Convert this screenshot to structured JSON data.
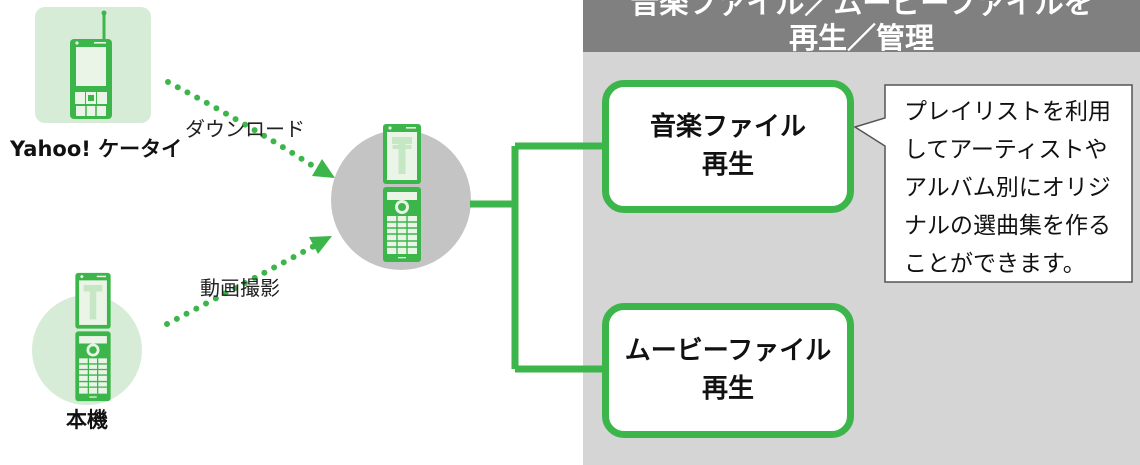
{
  "header": {
    "title_line1": "音楽ファイル／ムービーファイルを",
    "title_line2": "再生／管理"
  },
  "sources": {
    "yahoo_label": "Yahoo! ケータイ",
    "device_label": "本機"
  },
  "arrows": {
    "download_label": "ダウンロード",
    "video_label": "動画撮影"
  },
  "boxes": {
    "music_line1": "音楽ファイル",
    "music_line2": "再生",
    "movie_line1": "ムービーファイル",
    "movie_line2": "再生"
  },
  "callout": {
    "lines": [
      "プレイリストを利用",
      "してアーティストや",
      "アルバム別にオリジ",
      "ナルの選曲集を作る",
      "ことができます。"
    ]
  },
  "phone_letter": "T",
  "colors": {
    "green": "#3cb54a",
    "light_green": "#d7ecd6",
    "gray_header": "#808080",
    "gray_panel": "#d5d5d5",
    "hub_circle": "#c4c4c4"
  }
}
